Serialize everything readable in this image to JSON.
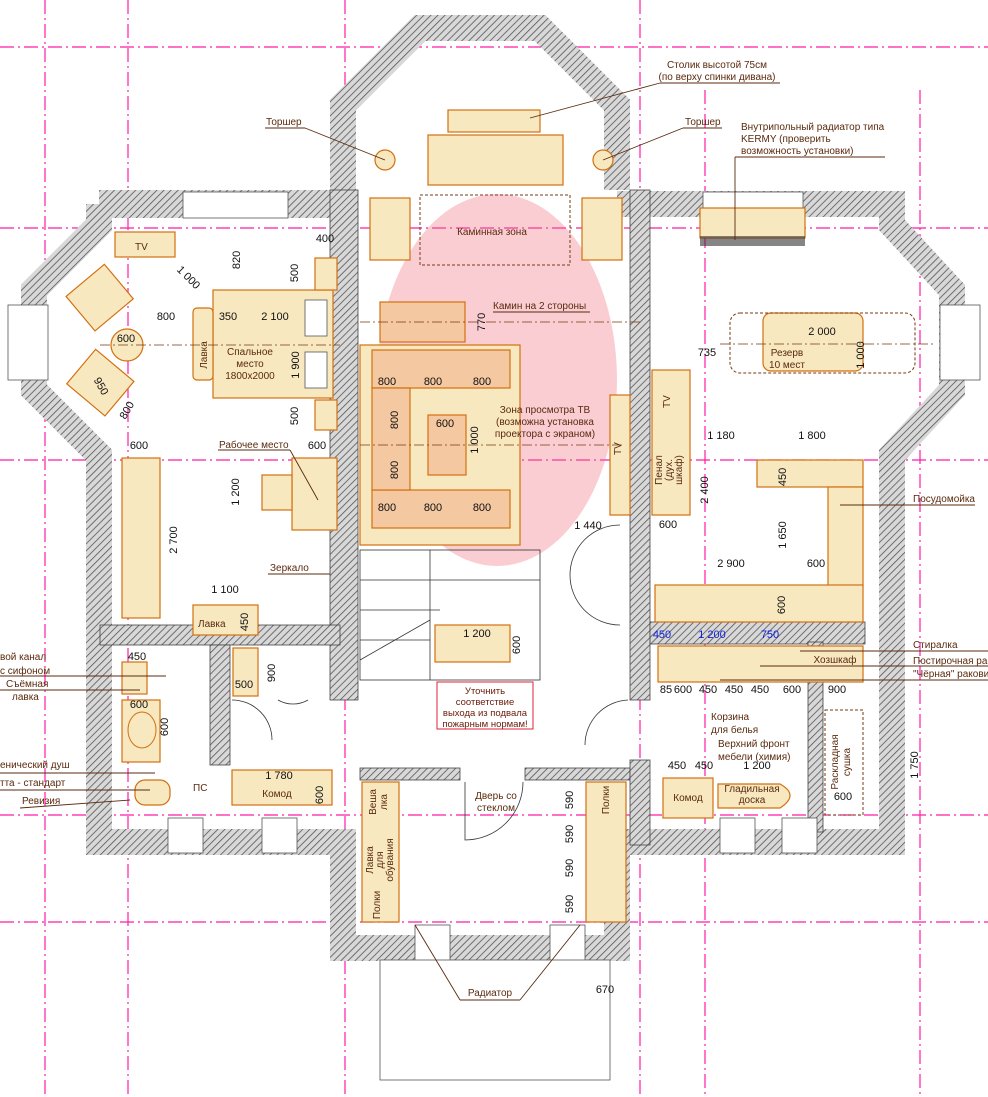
{
  "colors": {
    "furniture": "#f8e8c0",
    "furniture_stroke": "#d2700f",
    "grid": "#ff1aa8",
    "zone": "#f07080",
    "label": "#5a2a0e",
    "note_border": "#e0203a",
    "blue_dims": "#1020e0"
  },
  "labels": {
    "table_note_1": "Столик высотой 75см",
    "table_note_2": "(по верху спинки дивана)",
    "torsher_left": "Торшер",
    "torsher_right": "Торшер",
    "radiator_note_1": "Внутрипольный радиатор типа",
    "radiator_note_2": "KERMY (проверить",
    "radiator_note_3": "возможность установки)",
    "fireplace_zone": "Каминная зона",
    "fireplace": "Камин на 2 стороны",
    "tv_zone_1": "Зона просмотра ТВ",
    "tv_zone_2": "(возможна установка",
    "tv_zone_3": "проектора с экраном)",
    "bed_1": "Спальное",
    "bed_2": "место",
    "bed_3": "1800x2000",
    "bench_bed": "Лавка",
    "workplace": "Рабочее место",
    "mirror": "Зеркало",
    "bench_hall": "Лавка",
    "reserve_1": "Резерв",
    "reserve_2": "10 мест",
    "penal_1": "Пенал",
    "penal_2": "(дух.",
    "penal_3": "шкаф)",
    "dishwasher": "Посудомойка",
    "washer": "Стиралка",
    "laundry": "Постирочная ра",
    "black_sink": "\"Чёрная\" ракови",
    "utility_cabinet": "Хозшкаф",
    "basket_1": "Корзина",
    "basket_2": "для белья",
    "upper_front_1": "Верхний фронт",
    "upper_front_2": "мебели (химия)",
    "dresser_laundry": "Комод",
    "ironing_1": "Гладильная",
    "ironing_2": "доска",
    "dryer_1": "Раскладная",
    "dryer_2": "сушка",
    "channel_1": "вой канал",
    "channel_2": "с сифоном",
    "removable_1": "Съёмная",
    "removable_2": "лавка",
    "shower": "енический душ",
    "standard": "тта - стандарт",
    "revision": "Ревизия",
    "ps": "ПС",
    "dresser_hall": "Комод",
    "note_1": "Уточнить",
    "note_2": "соответствие",
    "note_3": "выхода из подвала",
    "note_4": "пожарным нормам!",
    "door_1": "Дверь со",
    "door_2": "стеклом",
    "hanger_1": "Веша",
    "hanger_2": "лка",
    "shoe_bench_1": "Лавка",
    "shoe_bench_2": "для",
    "shoe_bench_3": "обувания",
    "shelves_left": "Полки",
    "shelves_right": "Полки",
    "radiator": "Радиатор",
    "tv1": "TV",
    "tv2": "TV",
    "tv3": "TV"
  },
  "dims": [
    "400",
    "820",
    "500",
    "1 000",
    "800",
    "350",
    "2 100",
    "600",
    "1 900",
    "950",
    "800",
    "500",
    "600",
    "600",
    "1 200",
    "2 700",
    "1 100",
    "450",
    "450",
    "900",
    "500",
    "600",
    "600",
    "1 780",
    "600",
    "770",
    "800",
    "800",
    "800",
    "800",
    "800",
    "800",
    "800",
    "800",
    "600",
    "1 000",
    "1 440",
    "1 200",
    "600",
    "590",
    "590",
    "590",
    "590",
    "670",
    "2 000",
    "1 000",
    "735",
    "1 180",
    "1 800",
    "2 400",
    "450",
    "600",
    "1 650",
    "2 900",
    "600",
    "600",
    "85",
    "600",
    "450",
    "450",
    "450",
    "600",
    "900",
    "450",
    "450",
    "1 200",
    "1 750",
    "600",
    "450",
    "1 200",
    "750"
  ]
}
